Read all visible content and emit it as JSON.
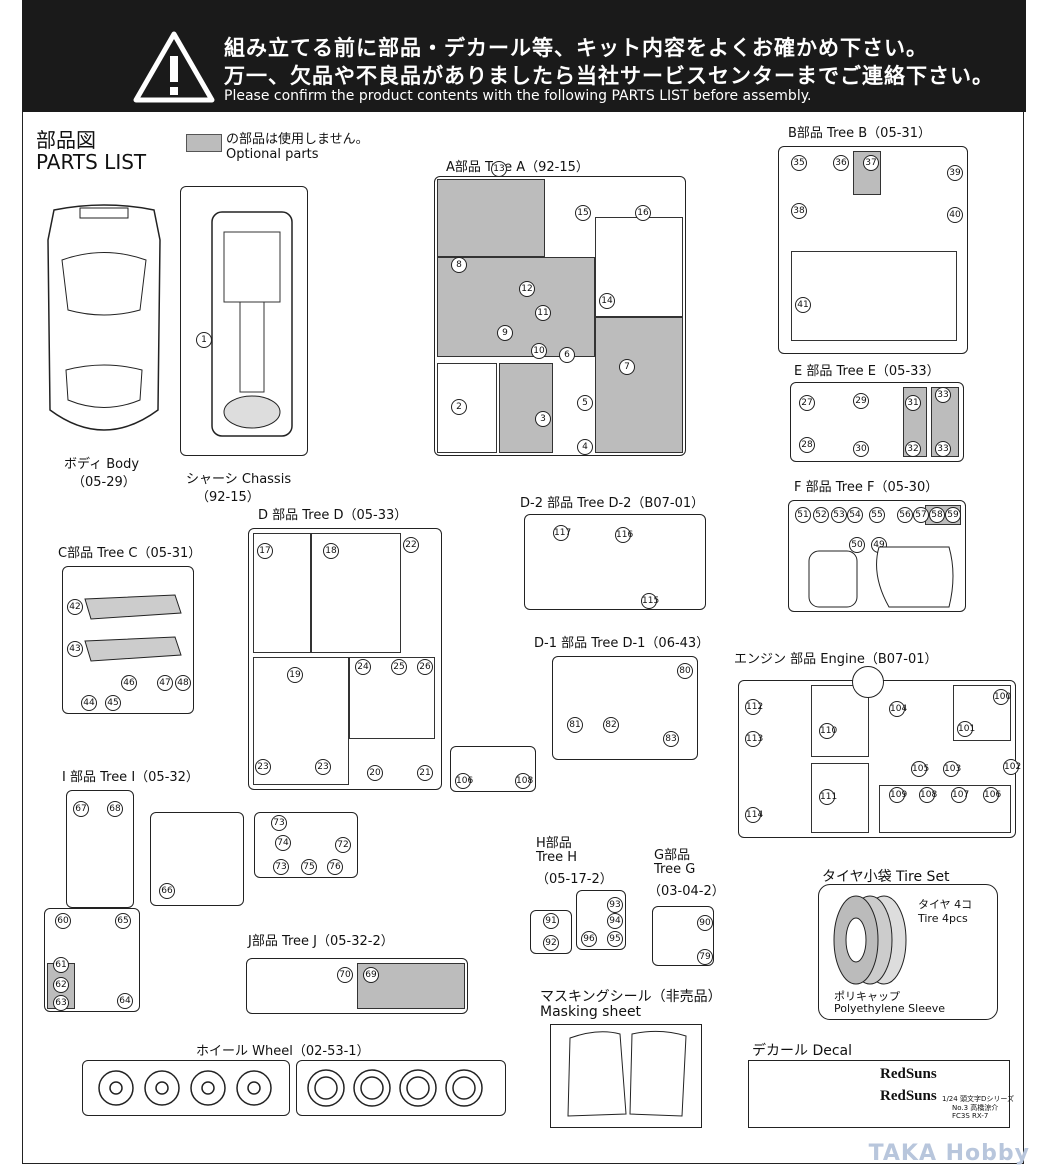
{
  "header": {
    "line1": "組み立てる前に部品・デカール等、キット内容をよくお確かめ下さい。",
    "line2": "万一、欠品や不良品がありましたら当社サービスセンターまでご連絡下さい。",
    "line3": "Please confirm the product contents with the following PARTS LIST before assembly."
  },
  "title": {
    "jp": "部品図",
    "en": "PARTS LIST"
  },
  "legend": {
    "jp": "の部品は使用しません。",
    "en": "Optional parts"
  },
  "parts": {
    "body": {
      "name": "ボディ Body",
      "code": "（05-29）"
    },
    "chassis": {
      "name": "シャーシ Chassis",
      "code": "（92-15）"
    },
    "treeA": {
      "label": "A部品 Tree A（92-15）"
    },
    "treeB": {
      "label": "B部品 Tree B（05-31）"
    },
    "treeC": {
      "label": "C部品 Tree C（05-31）"
    },
    "treeD": {
      "label": "D 部品 Tree D（05-33）"
    },
    "treeD2": {
      "label": "D-2 部品 Tree D-2（B07-01）"
    },
    "treeD1": {
      "label": "D-1 部品 Tree D-1（06-43）"
    },
    "treeE": {
      "label": "E 部品 Tree E（05-33）"
    },
    "treeF": {
      "label": "F 部品 Tree F（05-30）"
    },
    "engine": {
      "label": "エンジン 部品 Engine（B07-01）"
    },
    "treeI": {
      "label": "I 部品 Tree I（05-32）"
    },
    "treeJ": {
      "label": "J部品 Tree J（05-32-2）"
    },
    "treeH": {
      "l1": "H部品",
      "l2": "Tree H",
      "l3": "（05-17-2）"
    },
    "treeG": {
      "l1": "G部品",
      "l2": "Tree G",
      "l3": "（03-04-2）"
    },
    "tires": {
      "label": "タイヤ小袋 Tire Set",
      "t1": "タイヤ 4コ",
      "t2": "Tire 4pcs",
      "c1": "ポリキャップ",
      "c2": "Polyethylene Sleeve"
    },
    "masking": {
      "l1": "マスキングシール（非売品）",
      "l2": "Masking sheet"
    },
    "wheel": {
      "label": "ホイール Wheel（02-53-1）"
    },
    "decal": {
      "label": "デカール Decal",
      "brand": "RedSuns",
      "note1": "1/24 頭文字Dシリーズ",
      "note2": "No.3 高橋涼介",
      "note3": "FC3S RX-7"
    }
  },
  "watermark": "TAKA Hobby"
}
